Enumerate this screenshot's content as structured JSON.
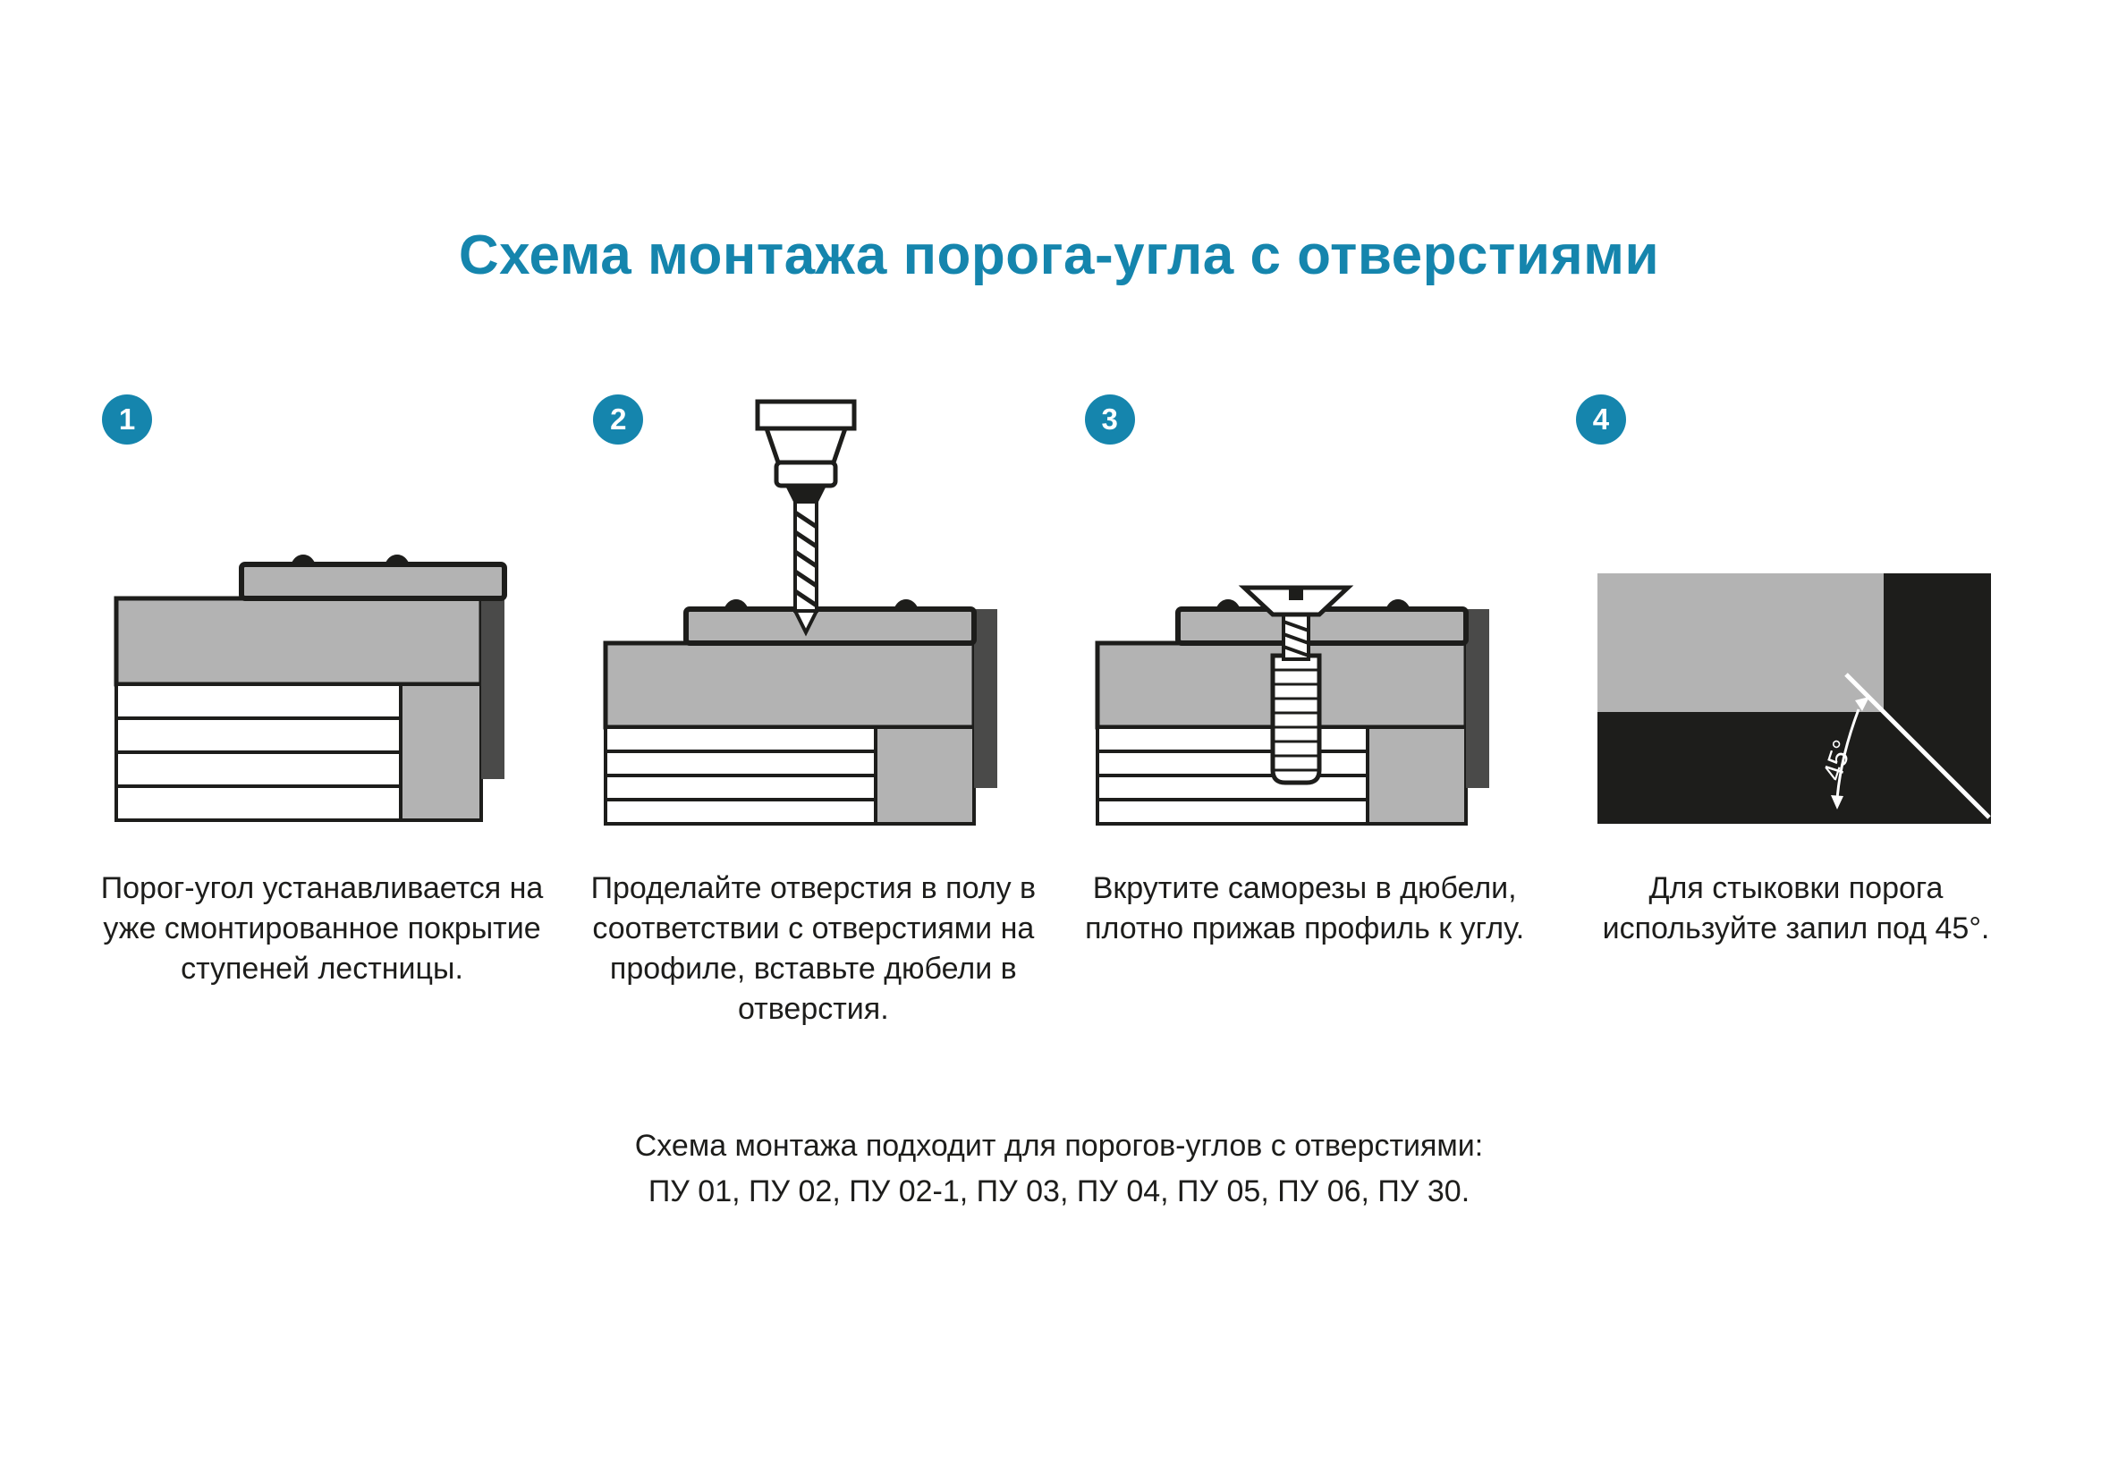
{
  "colors": {
    "accent": "#1585ad",
    "dark": "#1d1d1b",
    "gray": "#b3b3b3",
    "white": "#ffffff"
  },
  "title": "Схема монтажа порога-угла с отверстиями",
  "steps": [
    {
      "number": "1",
      "caption": "Порог-угол устанавливается на уже смонтированное покрытие ступеней лестницы."
    },
    {
      "number": "2",
      "caption": "Проделайте отверстия в полу в соответствии с отверстиями на профиле, вставьте дюбели в отверстия."
    },
    {
      "number": "3",
      "caption": "Вкрутите саморезы в дюбели, плотно прижав профиль к углу."
    },
    {
      "number": "4",
      "caption": "Для стыковки порога используйте запил под 45°.",
      "angle_label": "45°"
    }
  ],
  "footer": {
    "line1": "Схема монтажа подходит для порогов-углов с отверстиями:",
    "line2": "ПУ 01, ПУ 02, ПУ 02-1, ПУ 03, ПУ 04, ПУ 05, ПУ 06, ПУ 30."
  }
}
